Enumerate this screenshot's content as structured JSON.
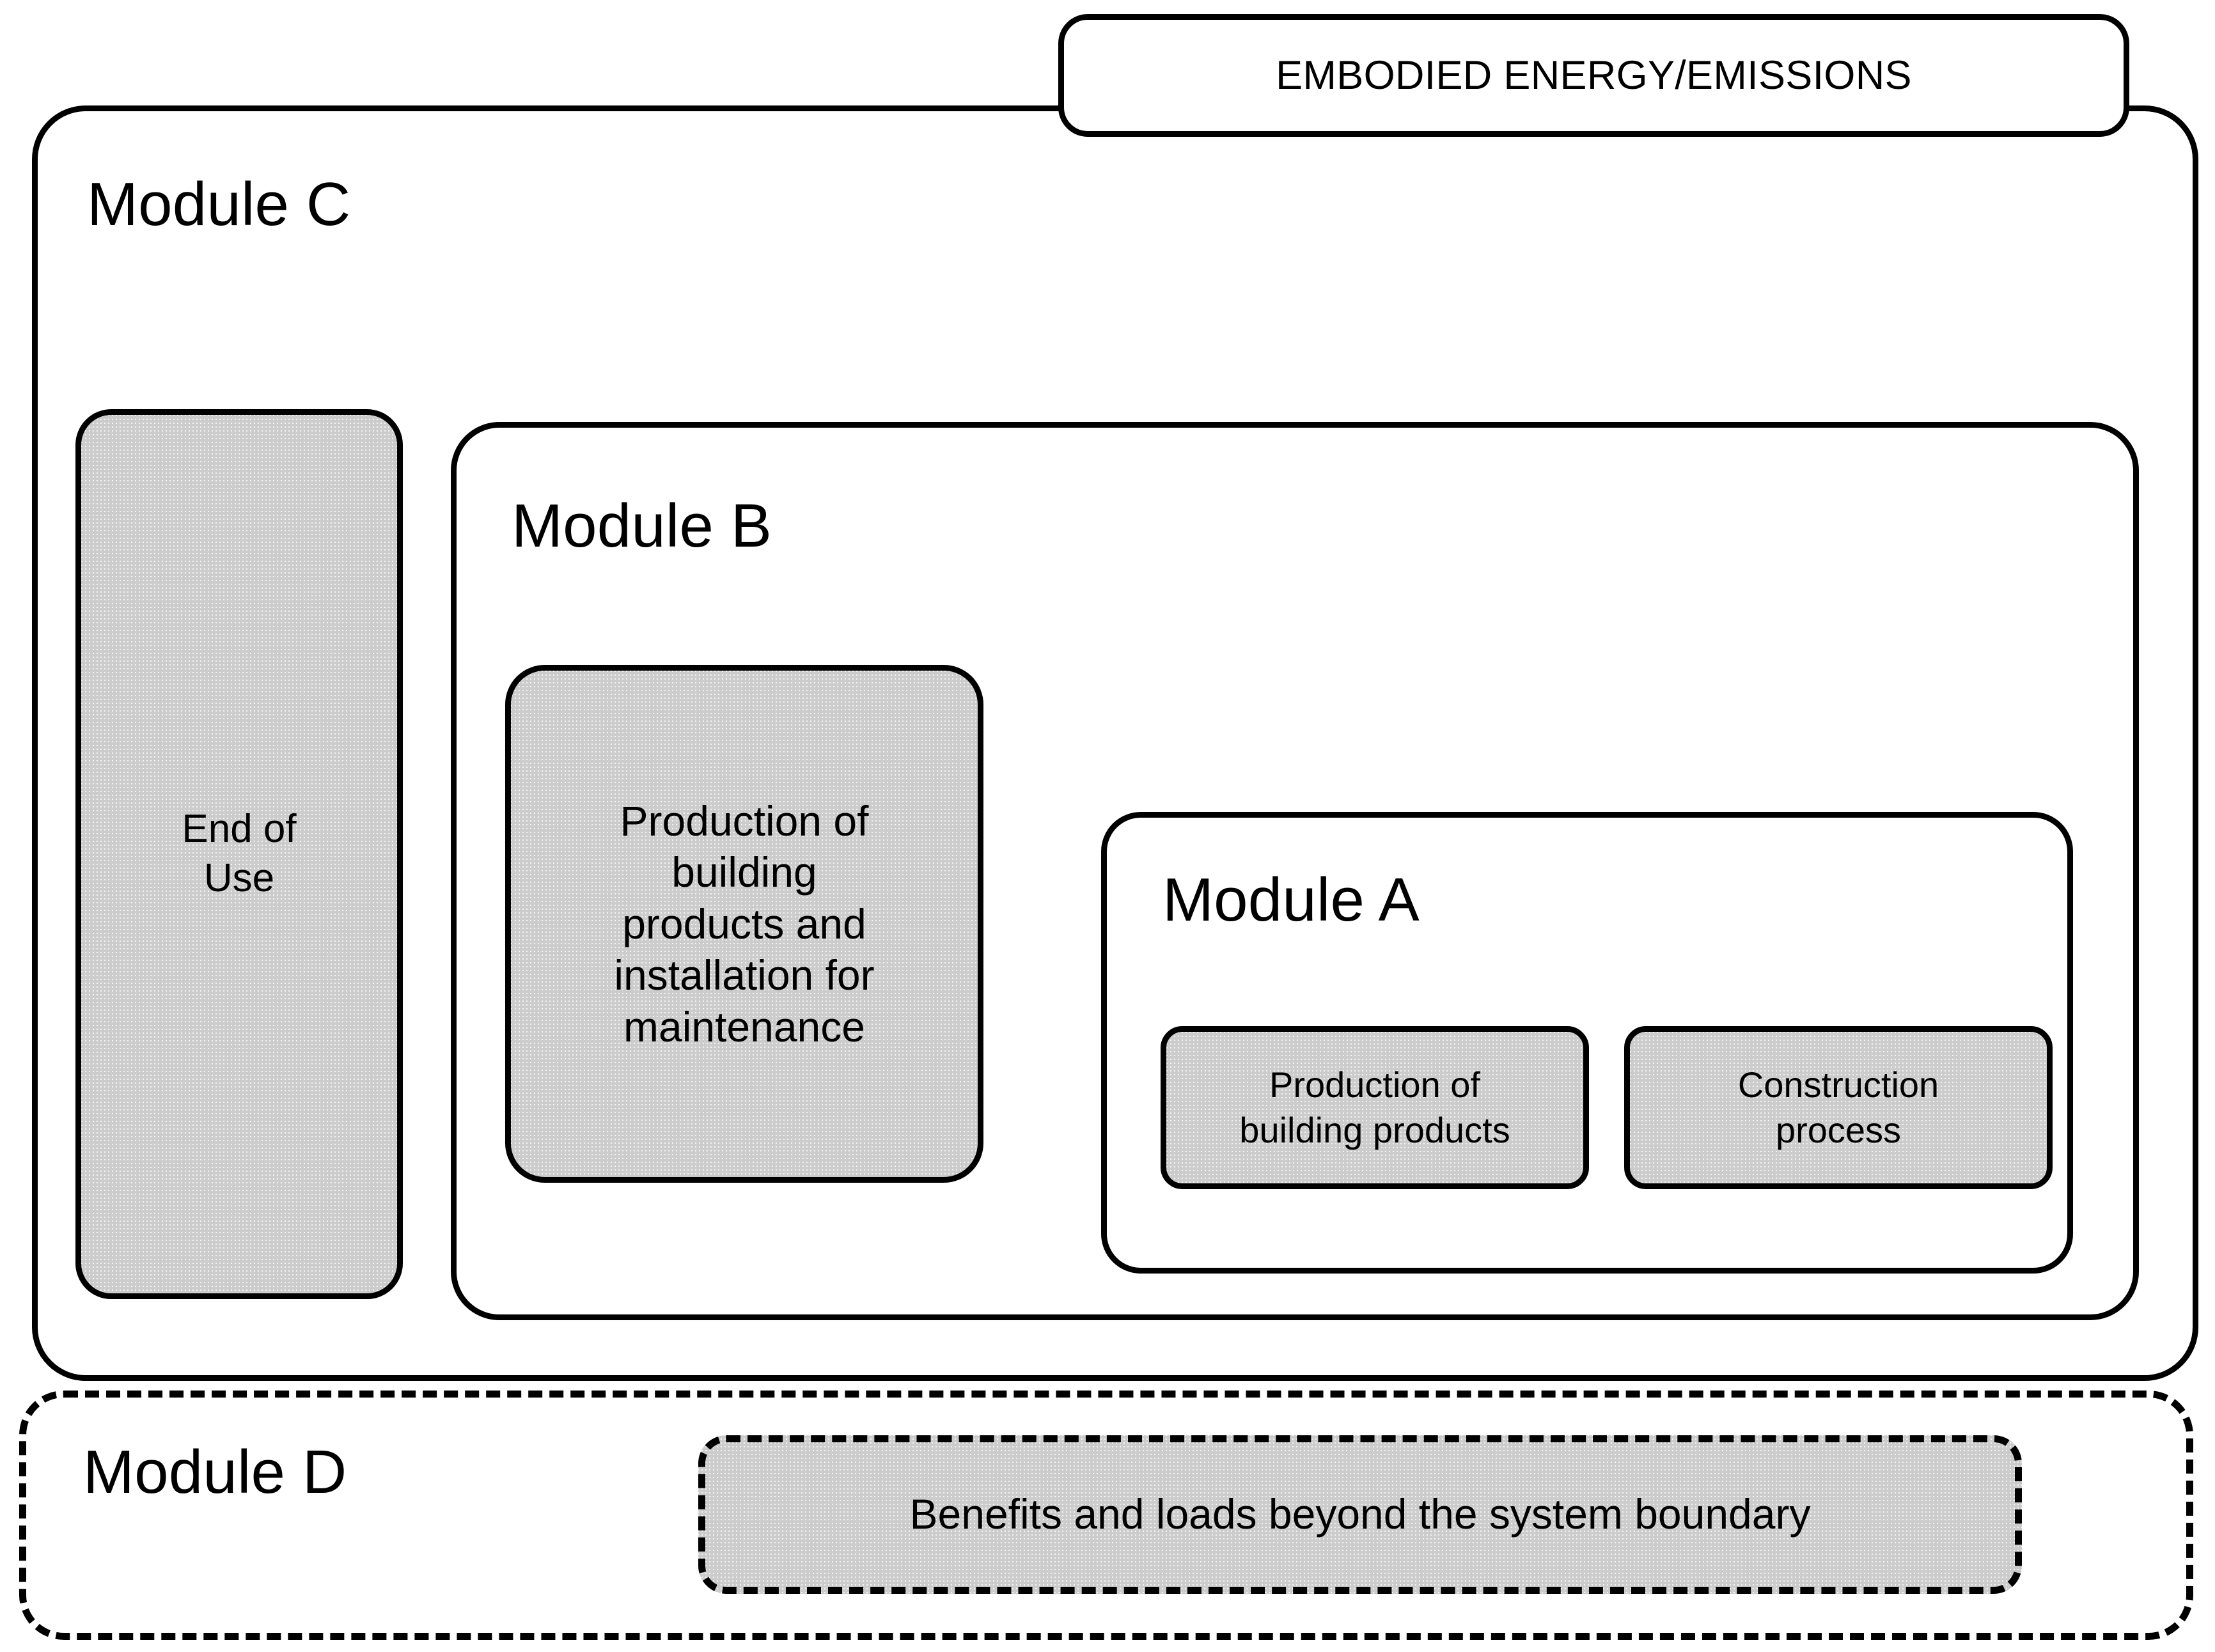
{
  "diagram": {
    "title_badge": {
      "label": "EMBODIED ENERGY/EMISSIONS"
    },
    "module_c": {
      "title": "Module C",
      "end_of_use": {
        "line1": "End of",
        "line2": "Use"
      }
    },
    "module_b": {
      "title": "Module B",
      "maintenance_box": {
        "line1": "Production of",
        "line2": "building",
        "line3": "products and",
        "line4": "installation for",
        "line5": "maintenance"
      }
    },
    "module_a": {
      "title": "Module A",
      "production_box": {
        "line1": "Production of",
        "line2": "building products"
      },
      "construction_box": {
        "line1": "Construction",
        "line2": "process"
      }
    },
    "module_d": {
      "title": "Module D",
      "benefits_box": {
        "label": "Benefits and loads beyond the system boundary"
      }
    },
    "colors": {
      "fill_grey": "#cccccc",
      "stroke": "#000000",
      "background": "#ffffff"
    }
  }
}
